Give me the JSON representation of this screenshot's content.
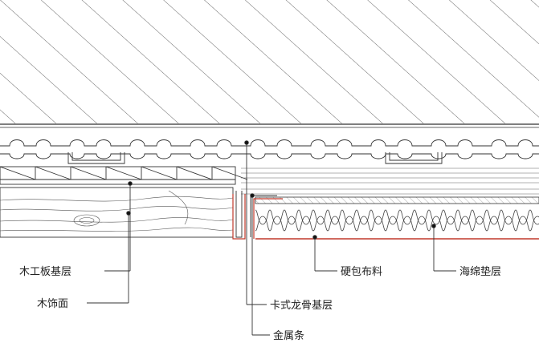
{
  "labels": {
    "wood_board_base": "木工板基层",
    "wood_veneer": "木饰面",
    "keel_base": "卡式龙骨基层",
    "metal_strip": "金属条",
    "fabric_cover": "硬包布料",
    "sponge_layer": "海绵垫层"
  },
  "colors": {
    "line": "#333333",
    "accent": "#c0392b",
    "text": "#222222"
  }
}
